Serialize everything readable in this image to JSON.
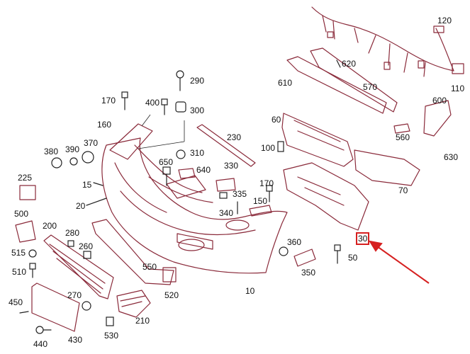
{
  "diagram": {
    "colors": {
      "outline": "#8a2a3a",
      "dark": "#222222",
      "highlight": "#d62020"
    },
    "callouts": [
      {
        "id": "p120",
        "text": "120"
      },
      {
        "id": "p110",
        "text": "110"
      },
      {
        "id": "p620",
        "text": "620"
      },
      {
        "id": "p290",
        "text": "290"
      },
      {
        "id": "p400",
        "text": "400"
      },
      {
        "id": "p300",
        "text": "300"
      },
      {
        "id": "p170a",
        "text": "170"
      },
      {
        "id": "p160",
        "text": "160"
      },
      {
        "id": "p610",
        "text": "610"
      },
      {
        "id": "p570",
        "text": "570"
      },
      {
        "id": "p600",
        "text": "600"
      },
      {
        "id": "p60",
        "text": "60"
      },
      {
        "id": "p560",
        "text": "560"
      },
      {
        "id": "p630",
        "text": "630"
      },
      {
        "id": "p230",
        "text": "230"
      },
      {
        "id": "p380",
        "text": "380"
      },
      {
        "id": "p390",
        "text": "390"
      },
      {
        "id": "p370",
        "text": "370"
      },
      {
        "id": "p310",
        "text": "310"
      },
      {
        "id": "p100",
        "text": "100"
      },
      {
        "id": "p650",
        "text": "650"
      },
      {
        "id": "p640",
        "text": "640"
      },
      {
        "id": "p330",
        "text": "330"
      },
      {
        "id": "p225",
        "text": "225"
      },
      {
        "id": "p15",
        "text": "15"
      },
      {
        "id": "p170b",
        "text": "170"
      },
      {
        "id": "p335",
        "text": "335"
      },
      {
        "id": "p70",
        "text": "70"
      },
      {
        "id": "p150",
        "text": "150"
      },
      {
        "id": "p20",
        "text": "20"
      },
      {
        "id": "p340",
        "text": "340"
      },
      {
        "id": "p500",
        "text": "500"
      },
      {
        "id": "p200",
        "text": "200"
      },
      {
        "id": "p280",
        "text": "280"
      },
      {
        "id": "p30",
        "text": "30"
      },
      {
        "id": "p360",
        "text": "360"
      },
      {
        "id": "p515",
        "text": "515"
      },
      {
        "id": "p260",
        "text": "260"
      },
      {
        "id": "p50",
        "text": "50"
      },
      {
        "id": "p550",
        "text": "550"
      },
      {
        "id": "p350",
        "text": "350"
      },
      {
        "id": "p510",
        "text": "510"
      },
      {
        "id": "p270",
        "text": "270"
      },
      {
        "id": "p520",
        "text": "520"
      },
      {
        "id": "p10",
        "text": "10"
      },
      {
        "id": "p450",
        "text": "450"
      },
      {
        "id": "p210",
        "text": "210"
      },
      {
        "id": "p430",
        "text": "430"
      },
      {
        "id": "p440",
        "text": "440"
      },
      {
        "id": "p530",
        "text": "530"
      }
    ]
  }
}
